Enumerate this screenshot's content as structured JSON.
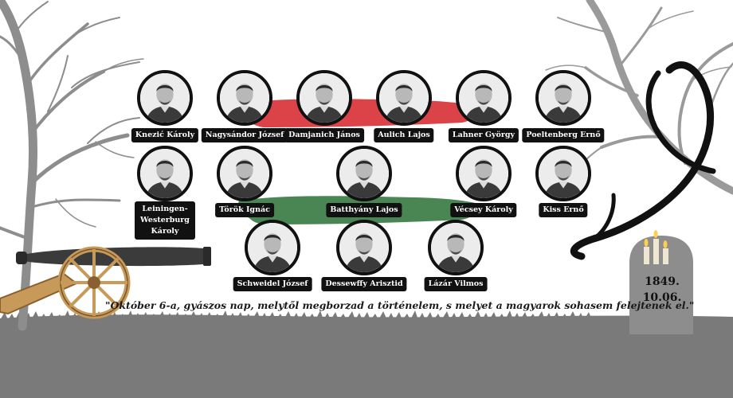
{
  "colors": {
    "red": "#d9393f",
    "green": "#3f7f4a",
    "gray": "#8a8a8a",
    "ground": "#777777",
    "dark": "#111111"
  },
  "icons": [
    "tree-left",
    "tree-right",
    "cannon",
    "black-ribbon",
    "tombstone",
    "candles",
    "hungarian-flag-stripes"
  ],
  "portraits": [
    {
      "name": "Knezić Károly"
    },
    {
      "name": "Nagysándor József"
    },
    {
      "name": "Damjanich János"
    },
    {
      "name": "Aulich Lajos"
    },
    {
      "name": "Lahner György"
    },
    {
      "name": "Poeltenberg Ernő"
    },
    {
      "name": "Leiningen-Westerburg Károly"
    },
    {
      "name": "Török Ignác"
    },
    {
      "name": "Batthyány Lajos"
    },
    {
      "name": "Vécsey Károly"
    },
    {
      "name": "Kiss Ernő"
    },
    {
      "name": "Schweidel József"
    },
    {
      "name": "Dessewffy Arisztid"
    },
    {
      "name": "Lázár Vilmos"
    }
  ],
  "quote": "\"Október 6-a, gyászos nap, melytől megborzad a történelem,  s melyet a magyarok sohasem felejtenek el.\"",
  "tombstone": {
    "line1": "1849.",
    "line2": "10.06."
  }
}
